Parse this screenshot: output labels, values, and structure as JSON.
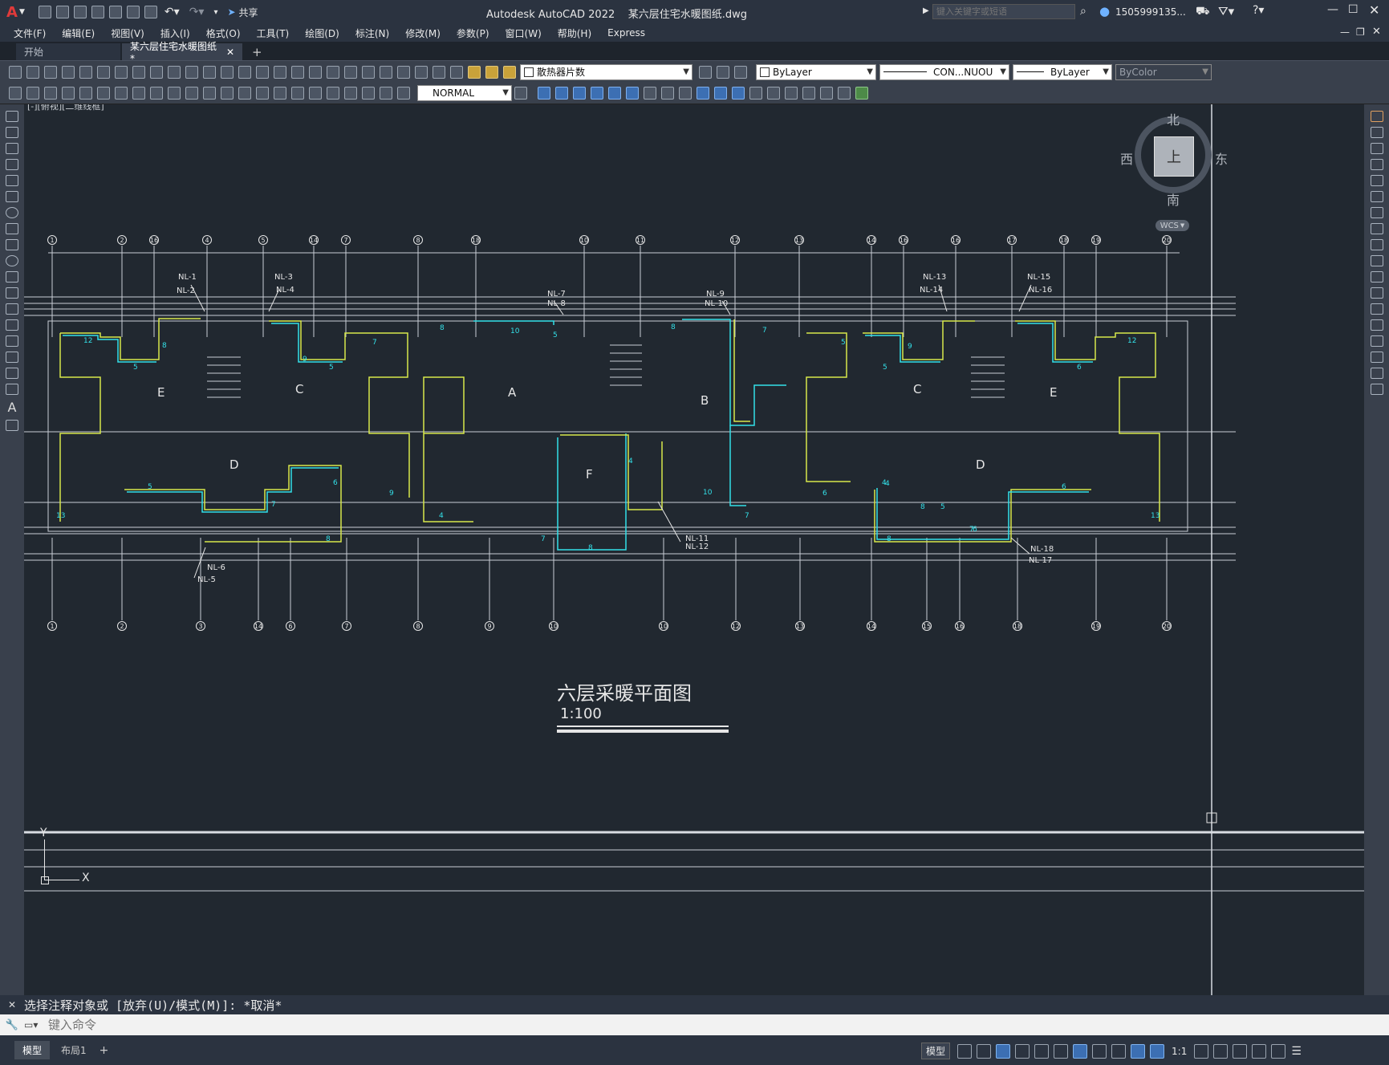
{
  "app": {
    "logo": "A",
    "share_label": "共享",
    "title": "Autodesk AutoCAD 2022",
    "filename": "某六层住宅水暖图纸.dwg",
    "search_placeholder": "键入关键字或短语",
    "user": "1505999135...",
    "colors": {
      "accent": "#3c6fb3",
      "canvas": "#212830",
      "logo_red": "#e03a3a"
    }
  },
  "menu": [
    "文件(F)",
    "编辑(E)",
    "视图(V)",
    "插入(I)",
    "格式(O)",
    "工具(T)",
    "绘图(D)",
    "标注(N)",
    "修改(M)",
    "参数(P)",
    "窗口(W)",
    "帮助(H)",
    "Express"
  ],
  "tabs": [
    {
      "label": "开始"
    },
    {
      "label": "某六层住宅水暖图纸*"
    }
  ],
  "toolbar": {
    "layer": "散热器片数",
    "color": "ByLayer",
    "linetype": "CON...NUOU",
    "lineweight": "ByLayer",
    "plotstyle": "ByColor",
    "textstyle": "NORMAL"
  },
  "viewport": {
    "label": "[-][俯视][二维线框]",
    "viewcube": {
      "north": "北",
      "south": "南",
      "east": "东",
      "west": "西",
      "face": "上"
    },
    "wcs": "WCS",
    "ucs_y": "Y",
    "ucs_x": "X"
  },
  "drawing": {
    "title": "六层采暖平面图",
    "scale": "1:100",
    "top_axes": [
      "1",
      "2",
      "16",
      "4",
      "5",
      "14",
      "7",
      "8",
      "18",
      "10",
      "11",
      "12",
      "13",
      "14",
      "16",
      "16",
      "17",
      "18",
      "19",
      "20"
    ],
    "bottom_axes": [
      "1",
      "2",
      "3",
      "14",
      "6",
      "7",
      "8",
      "9",
      "10",
      "10",
      "12",
      "13",
      "14",
      "15",
      "16",
      "18",
      "19",
      "20"
    ],
    "units": [
      "E",
      "C",
      "A",
      "B",
      "C",
      "E",
      "D",
      "F",
      "D"
    ],
    "risers": [
      "NL-1",
      "NL-2",
      "NL-3",
      "NL-4",
      "NL-7",
      "NL-8",
      "NL-9",
      "NL-10",
      "NL-13",
      "NL-14",
      "NL-15",
      "NL-16",
      "NL-6",
      "NL-5",
      "NL-11",
      "NL-12",
      "NL-18",
      "NL-17"
    ],
    "radiator_counts": [
      "12",
      "5",
      "8",
      "9",
      "5",
      "7",
      "8",
      "10",
      "5",
      "8",
      "7",
      "5",
      "9",
      "5",
      "12",
      "6",
      "5",
      "7",
      "8",
      "6",
      "9",
      "4",
      "7",
      "8",
      "4",
      "10",
      "7",
      "6",
      "4",
      "5",
      "7",
      "8",
      "6",
      "13",
      "13",
      "8",
      "6",
      "4"
    ]
  },
  "command": {
    "history": "选择注释对象或 [放弃(U)/模式(M)]: *取消*",
    "placeholder": "键入命令"
  },
  "status": {
    "layouts": [
      "模型",
      "布局1"
    ],
    "model_label": "模型",
    "scale": "1:1"
  }
}
